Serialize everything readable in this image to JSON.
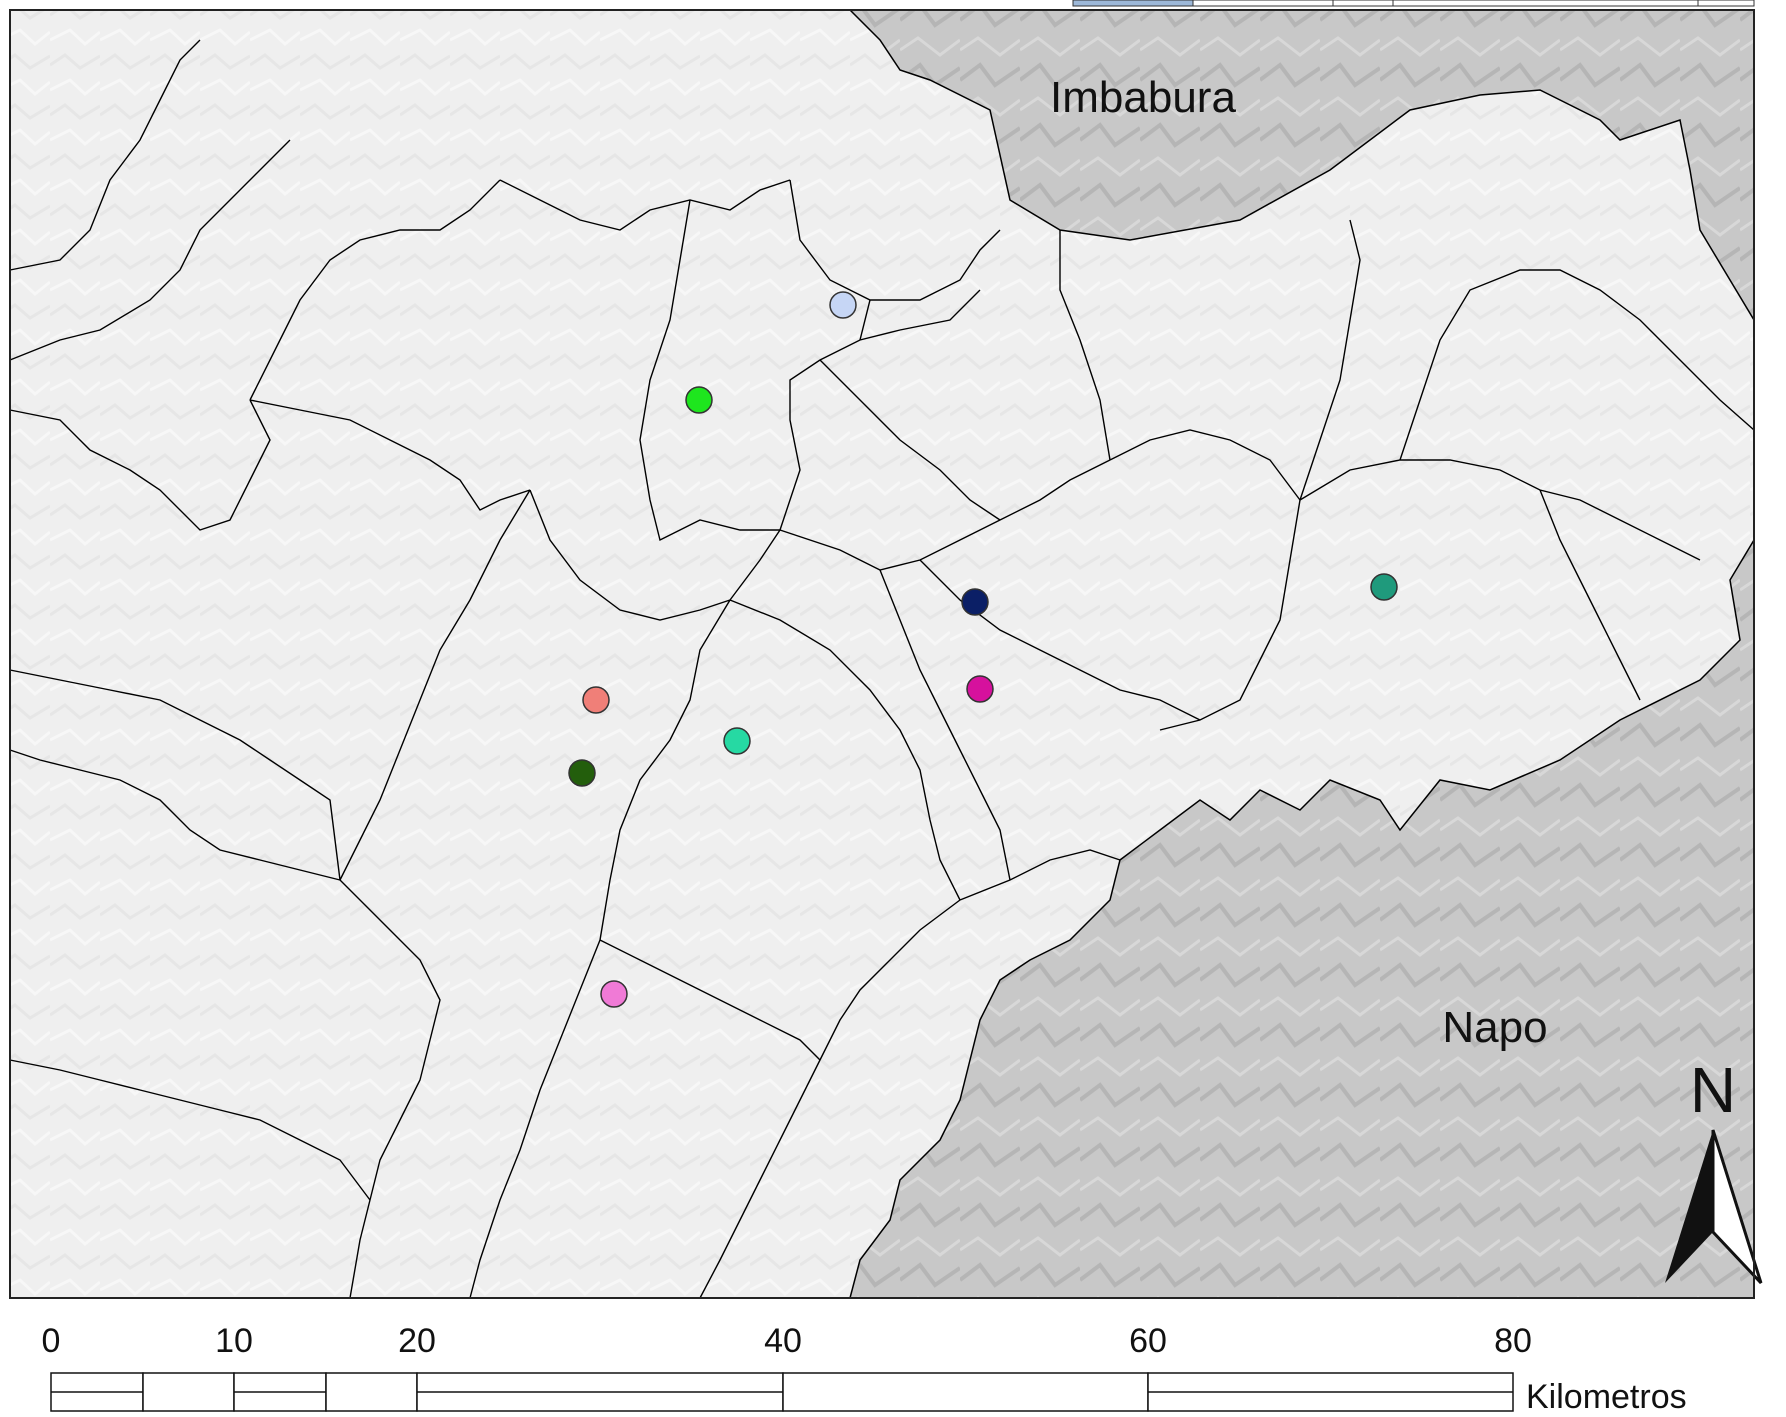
{
  "map": {
    "labels": {
      "imbabura": "Imbabura",
      "napo": "Napo"
    },
    "north_arrow": "N",
    "scale_bar": {
      "ticks": [
        "0",
        "10",
        "20",
        "40",
        "60",
        "80"
      ],
      "unit": "Kilometros"
    },
    "site_colors": {
      "lavender": "#c6d6f5",
      "green": "#1ee61e",
      "navy": "#0b1f66",
      "teal": "#1f9a7c",
      "magenta": "#d6119d",
      "salmon": "#f07f78",
      "mint": "#26d9a3",
      "dark_green": "#235e0c",
      "pink": "#f07ad6"
    },
    "colors": {
      "study_area": "#efefef",
      "surrounding_relief": "#c9c9c9",
      "boundary": "#000000"
    },
    "top_right_strip": {
      "colors": [
        "#9db8d8",
        "#ffffff",
        "#ffffff",
        "#ffffff",
        "#ffffff"
      ]
    }
  }
}
